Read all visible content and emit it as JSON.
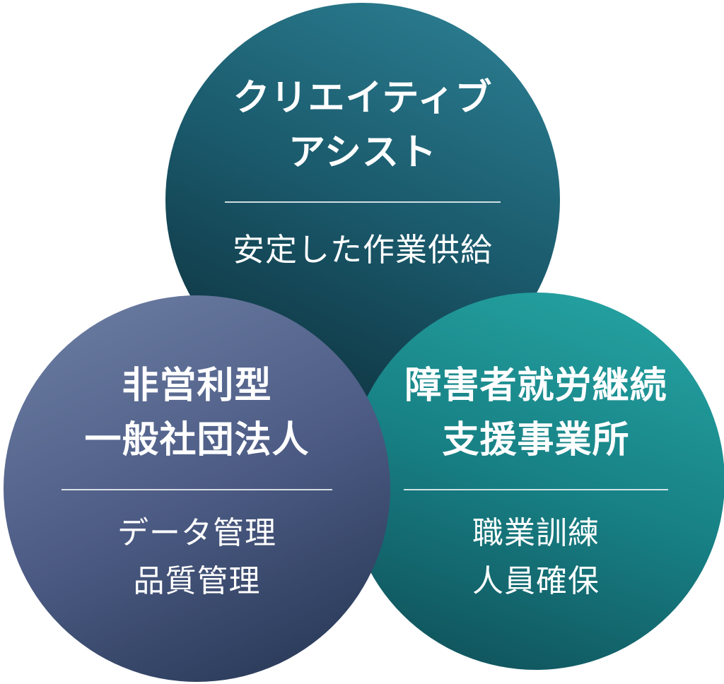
{
  "diagram": {
    "type": "venn-three-circles",
    "background_color": "#ffffff",
    "divider_color": "rgba(255,255,255,0.8)",
    "circles": [
      {
        "id": "creative-assist",
        "position": "top",
        "title_lines": [
          "クリエイティブ",
          "アシスト"
        ],
        "subtitle_lines": [
          "安定した作業供給"
        ],
        "text_color": "#ffffff",
        "gradient": {
          "angle": 205,
          "from": "#2e8296",
          "mid": "#1a5a6c",
          "to": "#0d2c38"
        }
      },
      {
        "id": "nonprofit-association",
        "position": "bottom-left",
        "title_lines": [
          "非営利型",
          "一般社団法人"
        ],
        "subtitle_lines": [
          "データ管理",
          "品質管理"
        ],
        "text_color": "#ffffff",
        "gradient": {
          "angle": 155,
          "from": "#6e80a5",
          "mid": "#4d5c85",
          "to": "#233450"
        }
      },
      {
        "id": "disability-support-office",
        "position": "bottom-right",
        "title_lines": [
          "障害者就労継続",
          "支援事業所"
        ],
        "subtitle_lines": [
          "職業訓練",
          "人員確保"
        ],
        "text_color": "#ffffff",
        "gradient": {
          "angle": 200,
          "from": "#27a7a6",
          "mid": "#178084",
          "to": "#0f4b55"
        }
      }
    ]
  }
}
